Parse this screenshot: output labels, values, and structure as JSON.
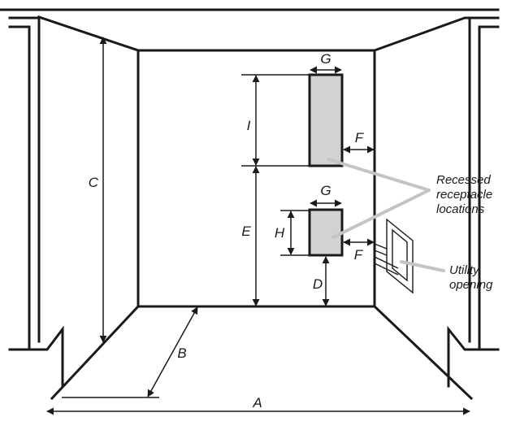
{
  "dimension_labels": {
    "a": "A",
    "b": "B",
    "c": "C",
    "d": "D",
    "e": "E",
    "f_upper": "F",
    "f_lower": "F",
    "g_upper": "G",
    "g_lower": "G",
    "h": "H",
    "i": "I"
  },
  "callouts": {
    "receptacle": [
      "Recessed",
      "receptacle",
      "locations"
    ],
    "utility": [
      "Utility",
      "opening"
    ]
  },
  "colors": {
    "line": "#1a1a1a",
    "receptacle_fill": "#d2d2d2",
    "leader": "#c4c4c4"
  }
}
